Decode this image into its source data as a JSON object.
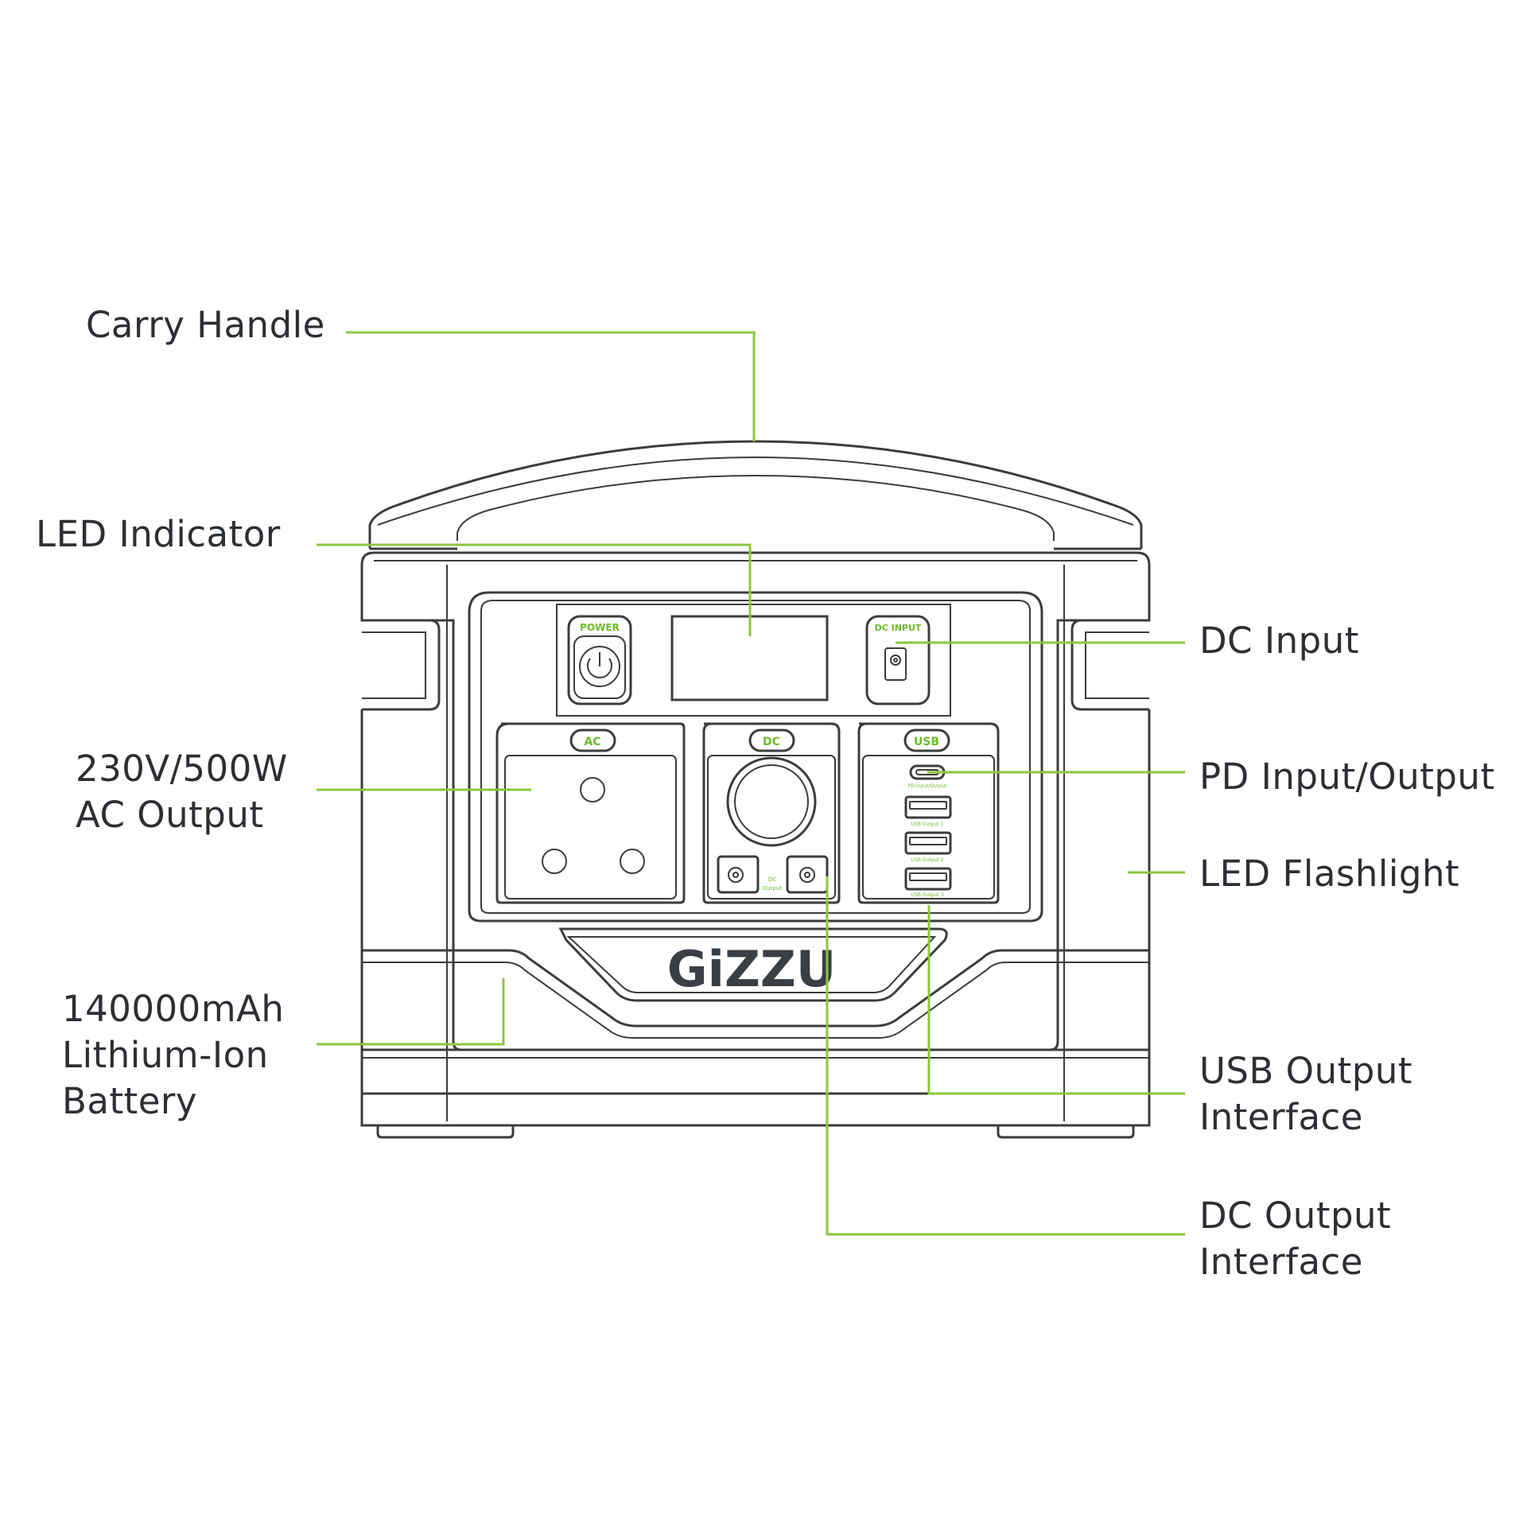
{
  "labels": {
    "carry_handle": "Carry Handle",
    "led_indicator": "LED Indicator",
    "ac_output": [
      "230V/500W",
      "AC Output"
    ],
    "battery": [
      "140000mAh",
      "Lithium-Ion",
      "Battery"
    ],
    "dc_input": "DC Input",
    "pd_io": "PD Input/Output",
    "led_flashlight": "LED Flashlight",
    "usb_output_interface": [
      "USB Output",
      "Interface"
    ],
    "dc_output_interface": [
      "DC Output",
      "Interface"
    ]
  },
  "device": {
    "brand": "GiZZU",
    "power_label": "POWER",
    "dc_input_label": "DC INPUT",
    "ac_badge": "AC",
    "dc_badge": "DC",
    "usb_badge": "USB",
    "pd_port_label": "PD Input/Output",
    "usb_port_1": "USB Output 1",
    "usb_port_2": "USB Output 2",
    "usb_port_3": "USB Output 3",
    "dc_output_small_1": "DC",
    "dc_output_small_2": "Output"
  },
  "colors": {
    "accent_green": "#8cc63f",
    "outline": "#3c3c3c",
    "text": "#2c2f33"
  }
}
